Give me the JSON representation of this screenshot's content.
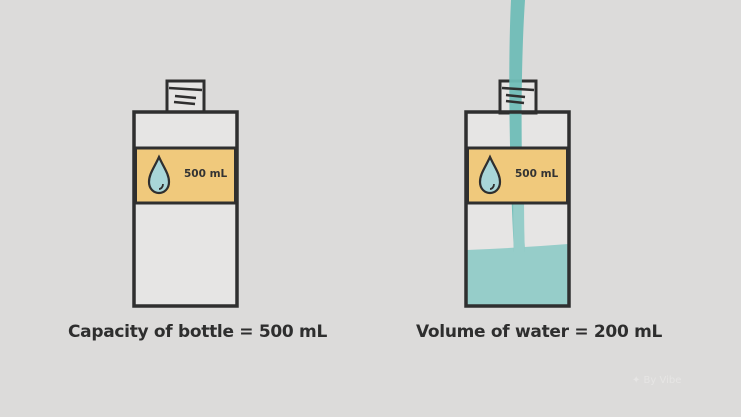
{
  "diagram": {
    "left_bottle": {
      "label": "500 mL",
      "caption": "Capacity of bottle =  500 mL",
      "state": "empty"
    },
    "right_bottle": {
      "label": "500 mL",
      "caption": "Volume of water = 200 mL",
      "state": "being filled"
    },
    "icons": [
      "water-drop-icon",
      "water-drop-icon"
    ],
    "colors": {
      "background": "#dcdbda",
      "bottle_fill": "#e6e5e4",
      "outline": "#2f2f2f",
      "label": "#f0c97c",
      "water": "#96cdc9",
      "stream": "#6fbdb7",
      "drop": "#a9d6d8"
    },
    "watermark": "✦ By Vibe"
  }
}
